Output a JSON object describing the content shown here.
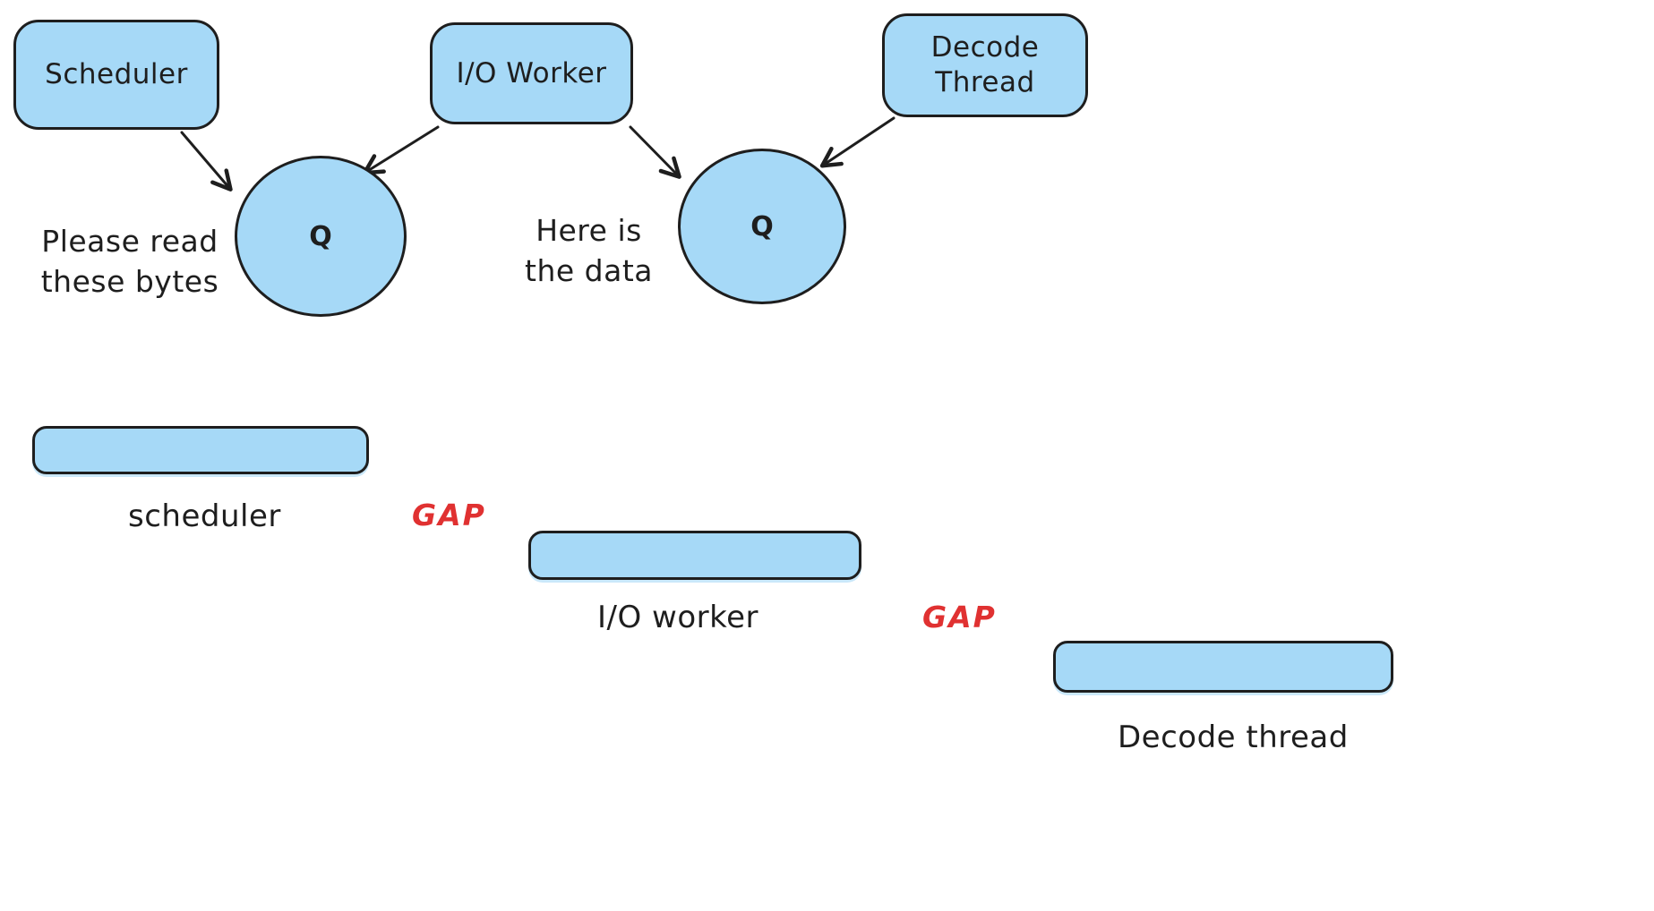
{
  "nodes": {
    "scheduler": {
      "label": "Scheduler"
    },
    "io_worker": {
      "label": "I/O Worker"
    },
    "decode_thread": {
      "label": "Decode\nThread"
    },
    "queue_left": {
      "label": "Q"
    },
    "queue_right": {
      "label": "Q"
    }
  },
  "annotations": {
    "scheduler_to_queue": "Please read\nthese bytes",
    "io_to_queue": "Here is\nthe data"
  },
  "timeline": {
    "bars": [
      {
        "label": "scheduler"
      },
      {
        "label": "I/O worker"
      },
      {
        "label": "Decode thread"
      }
    ],
    "gaps": [
      {
        "label": "GAP"
      },
      {
        "label": "GAP"
      }
    ]
  },
  "colors": {
    "node_fill": "#a6d9f7",
    "node_stroke": "#1e1e1e",
    "text": "#1e1e1e",
    "gap_text": "#e03131"
  }
}
